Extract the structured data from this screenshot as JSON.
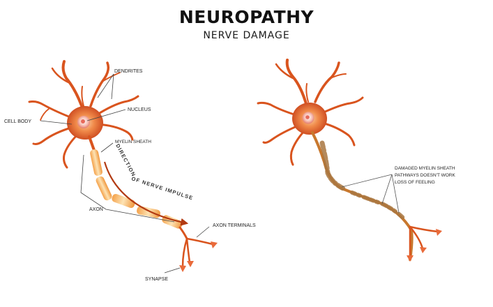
{
  "title": "NEUROPATHY",
  "subtitle": "NERVE DAMAGE",
  "labels": {
    "dendrites": "DENDRITES",
    "nucleus": "NUCLEUS",
    "cell_body": "CELL BODY",
    "myelin_sheath": "MYELIN SHEATH",
    "axon": "AXON",
    "axon_terminals": "AXON TERMINALS",
    "synapse": "SYNAPSE",
    "direction_part1": "DIRECTION",
    "direction_part2": "OF NERVE IMPULSE"
  },
  "damaged_labels": {
    "line1": "DAMAGED MYELIN SHEATH",
    "line2": "PATHWAYS DOESN'T WORK",
    "line3": "LOSS OF FEELING"
  },
  "colors": {
    "neuron": "#d9541e",
    "neuron_light": "#f0a46a",
    "sheath": "#f6b65c",
    "damaged": "#b8864a",
    "text": "#222222"
  }
}
